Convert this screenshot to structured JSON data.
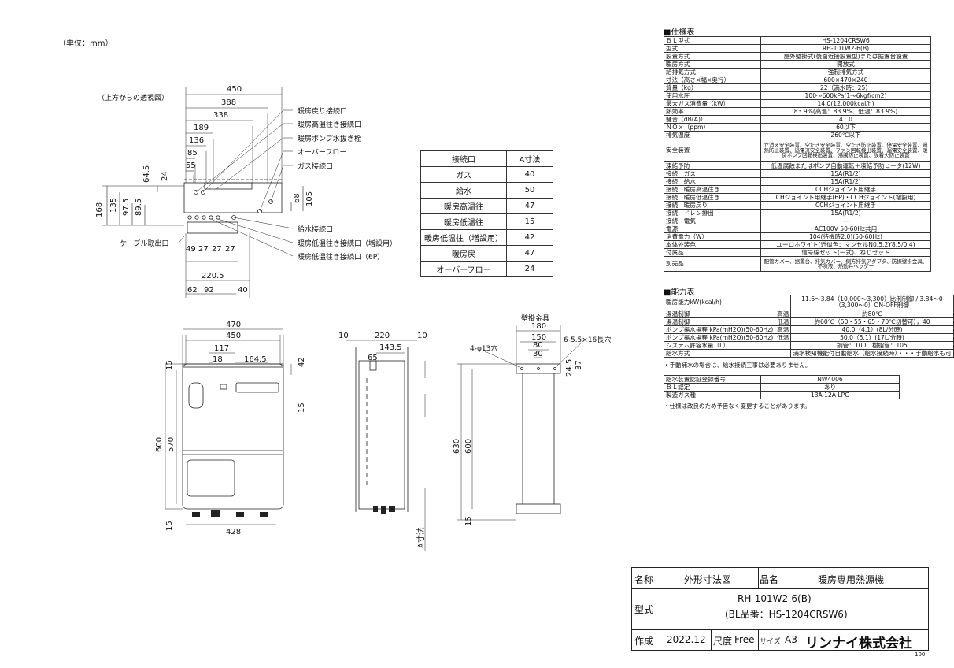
{
  "unit_note": "（単位：mm）",
  "top_view": {
    "title": "（上方からの透視図）",
    "dims": [
      "450",
      "388",
      "338",
      "189",
      "136",
      "85",
      "55",
      "64.5",
      "24",
      "168",
      "135",
      "97.5",
      "89.5",
      "68",
      "105",
      "49",
      "27",
      "27",
      "27",
      "220.5",
      "62",
      "92",
      "40"
    ],
    "callouts": [
      "暖房戻り接続口",
      "暖房高温往き接続口",
      "暖房ポンプ水抜き栓",
      "オーバーフロー",
      "ガス接続口",
      "給水接続口",
      "暖房低温往き接続口（増設用）",
      "暖房低温往き接続口（6P）",
      "ケーブル取出口"
    ]
  },
  "connection_table": {
    "header": [
      "接続口",
      "A寸法"
    ],
    "rows": [
      [
        "ガス",
        "40"
      ],
      [
        "給水",
        "50"
      ],
      [
        "暖房高温往",
        "47"
      ],
      [
        "暖房低温往",
        "15"
      ],
      [
        "暖房低温往（増設用）",
        "42"
      ],
      [
        "暖房戻",
        "47"
      ],
      [
        "オーバーフロー",
        "24"
      ]
    ]
  },
  "front_view": {
    "dims": [
      "470",
      "450",
      "117",
      "18",
      "164.5",
      "15",
      "600",
      "570",
      "15",
      "428"
    ]
  },
  "side_view": {
    "dims": [
      "10",
      "220",
      "10",
      "143.5",
      "65",
      "42",
      "15",
      "A寸法"
    ]
  },
  "bracket_view": {
    "title": "壁掛金具",
    "dims": [
      "180",
      "150",
      "80",
      "30",
      "4-φ13穴",
      "6-5.5×16長穴",
      "24.5",
      "37",
      "630",
      "600",
      "15"
    ]
  },
  "spec": {
    "title": "■仕様表",
    "rows": [
      [
        "ＢＬ型式",
        "HS-1204CRSW6"
      ],
      [
        "型式",
        "RH-101W2-6(B)"
      ],
      [
        "設置方式",
        "屋外壁掛式(後面近接設置型)または据置台設置"
      ],
      [
        "暖房方式",
        "開放式"
      ],
      [
        "給排気方式",
        "強制排気方式"
      ],
      [
        "寸法（高さ×幅×奥行）",
        "600×470×240"
      ],
      [
        "質量（kg）",
        "22（満水時：25）"
      ],
      [
        "使用水圧",
        "100〜600kPa(1〜6kgf/cm2)"
      ],
      [
        "最大ガス消費量（kW）",
        "14.0(12,000kcal/h)"
      ],
      [
        "熱効率",
        "83.9%(高温：83.9%、低温：83.9%)"
      ],
      [
        "騒音（dB(A)）",
        "41.0"
      ],
      [
        "ＮＯｘ（ppm）",
        "60以下"
      ],
      [
        "排気温度",
        "260℃以下"
      ],
      [
        "安全装置",
        "立消え安全装置、空だき安全装置、空だき防止装置、停電安全装置、過熱防止装置、過電流安全装置、ファン回転検出装置、漏電安全装置、暖房ポンプ回転検出装置、沸騰防止装置、誤着火防止装置"
      ],
      [
        "凍結予防",
        "低温腐蝕またはポンプ自動運転＋凍結予防ヒータ(12W)"
      ],
      [
        "接続　ガス",
        "15A(R1/2)"
      ],
      [
        "接続　給水",
        "15A(R1/2)"
      ],
      [
        "接続　暖房高温往き",
        "CCHジョイント用継手"
      ],
      [
        "接続　暖房低温往き",
        "CHジョイント用継手(6P)・CCHジョイント(増設用)"
      ],
      [
        "接続　暖房戻り",
        "CCHジョイント用継手"
      ],
      [
        "接続　ドレン排出",
        "15A(R1/2)"
      ],
      [
        "接続　電気",
        "—"
      ],
      [
        "電源",
        "AC100V 50-60Hz共用"
      ],
      [
        "消費電力（W）",
        "104(待機時2.0)(50-60Hz)"
      ],
      [
        "本体外装色",
        "ユーロホワイト(近似色：マンセルN0.5.2Y8.5/0.4)"
      ],
      [
        "付属品",
        "信号線セット(一式)、ねじセット"
      ],
      [
        "別売品",
        "配管カバー、据置台、排気カバー、側方排気アダプタ、防振壁掛金具、不凍液、熱動弁ヘッダー"
      ]
    ]
  },
  "capacity": {
    "title": "■能力表",
    "rows": [
      [
        "暖房能力kW(kcal/h)",
        "",
        "11.6〜3.84（10,000〜3,300）比例制御 / 3.84〜0（3,300〜0）ON-OFF制御"
      ],
      [
        "湯温制御",
        "高温",
        "約80℃"
      ],
      [
        "湯温制御",
        "低温",
        "約60℃（50・55・65・70℃切替可），40"
      ],
      [
        "ポンプ揚水揚程 kPa(mH2O)(50-60Hz)",
        "高温",
        "40.0（4.1）(8L/分時)"
      ],
      [
        "ポンプ揚水揚程 kPa(mH2O)(50-60Hz)",
        "低温",
        "50.0（5.1）(17L/分時)"
      ],
      [
        "システム許容水量（L）",
        "",
        "鋼管：100　樹脂管：105"
      ],
      [
        "給水方式",
        "",
        "満水検知機能付自動給水（給水接続時）・・・手動給水も可"
      ]
    ],
    "note": "・手動補水の場合は、給水接続工事は必要ありません。"
  },
  "cert": {
    "rows": [
      [
        "給水装置認証登録番号",
        "NW4006"
      ],
      [
        "ＢＬ認定",
        "あり"
      ],
      [
        "製造ガス種",
        "13A 12A LPG"
      ]
    ],
    "note": "・仕様は改良のため予告なく変更することがあります。"
  },
  "title_block": {
    "name_label": "名称",
    "name": "外形寸法図",
    "item_label": "品名",
    "item": "暖房専用熱源機",
    "model_label": "型式",
    "model": "RH-101W2-6(B)",
    "model2": "(BL品番：HS-1204CRSW6)",
    "made_label": "作成",
    "date": "2022.12",
    "scale_label": "尺度",
    "scale": "Free",
    "size_label": "サイズ",
    "size": "A3",
    "company": "リンナイ株式会社",
    "sheet_code": "100"
  }
}
